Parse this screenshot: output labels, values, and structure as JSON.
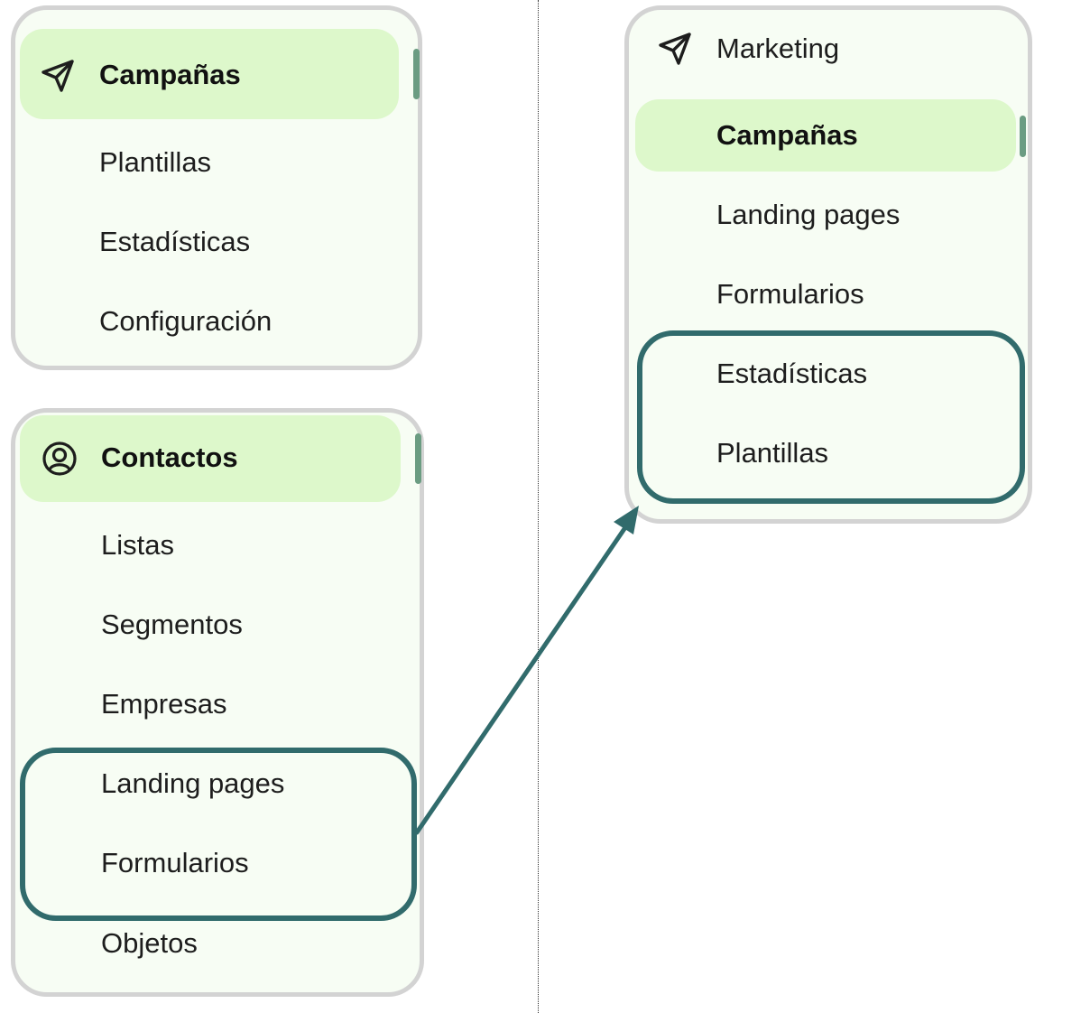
{
  "colors": {
    "panel_bg": "#f7fdf4",
    "panel_border": "#d3d3d3",
    "active_bg": "#ddf8cb",
    "active_tab": "#6b9c82",
    "highlight": "#316b6c",
    "text": "#1d1d1d"
  },
  "panel_campaigns": {
    "icon": "send-icon",
    "header_label": "Campañas",
    "items": [
      "Plantillas",
      "Estadísticas",
      "Configuración"
    ]
  },
  "panel_contacts": {
    "icon": "user-circle-icon",
    "header_label": "Contactos",
    "items": [
      "Listas",
      "Segmentos",
      "Empresas",
      "Landing pages",
      "Formularios",
      "Objetos"
    ]
  },
  "panel_marketing": {
    "icon": "send-icon",
    "section_label": "Marketing",
    "active_label": "Campañas",
    "items": [
      "Landing pages",
      "Formularios",
      "Estadísticas",
      "Plantillas"
    ]
  }
}
